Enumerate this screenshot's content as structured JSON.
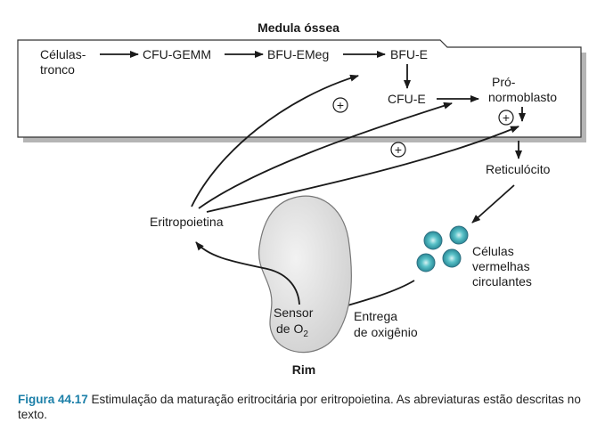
{
  "bone_marrow": {
    "title": "Medula óssea",
    "stem_cells_line1": "Células-",
    "stem_cells_line2": "tronco",
    "cfu_gemm": "CFU-GEMM",
    "bfu_emeg": "BFU-EMeg",
    "bfu_e": "BFU-E",
    "cfu_e": "CFU-E",
    "pronormoblast_line1": "Pró-",
    "pronormoblast_line2": "normoblasto"
  },
  "plus_sign": "+",
  "reticulocyte": "Reticulócito",
  "erythropoietin": "Eritropoietina",
  "circulating_cells": {
    "line1": "Células",
    "line2": "vermelhas",
    "line3": "circulantes"
  },
  "oxygen_delivery": {
    "line1": "Entrega",
    "line2": "de oxigênio"
  },
  "kidney": {
    "sensor_line1": "Sensor",
    "sensor_line2_prefix": "de O",
    "sensor_subscript": "2",
    "label": "Rim"
  },
  "caption": {
    "figure_label": "Figura 44.17",
    "text": " Estimulação da maturação eritrocitária por eritropoietina. As abreviaturas estão descritas no texto."
  },
  "colors": {
    "cell_fill": "#5bc3c9",
    "cell_stroke": "#2f6f80",
    "kidney_fill": "#dcdcdc",
    "caption_accent": "#1b7fa8"
  }
}
